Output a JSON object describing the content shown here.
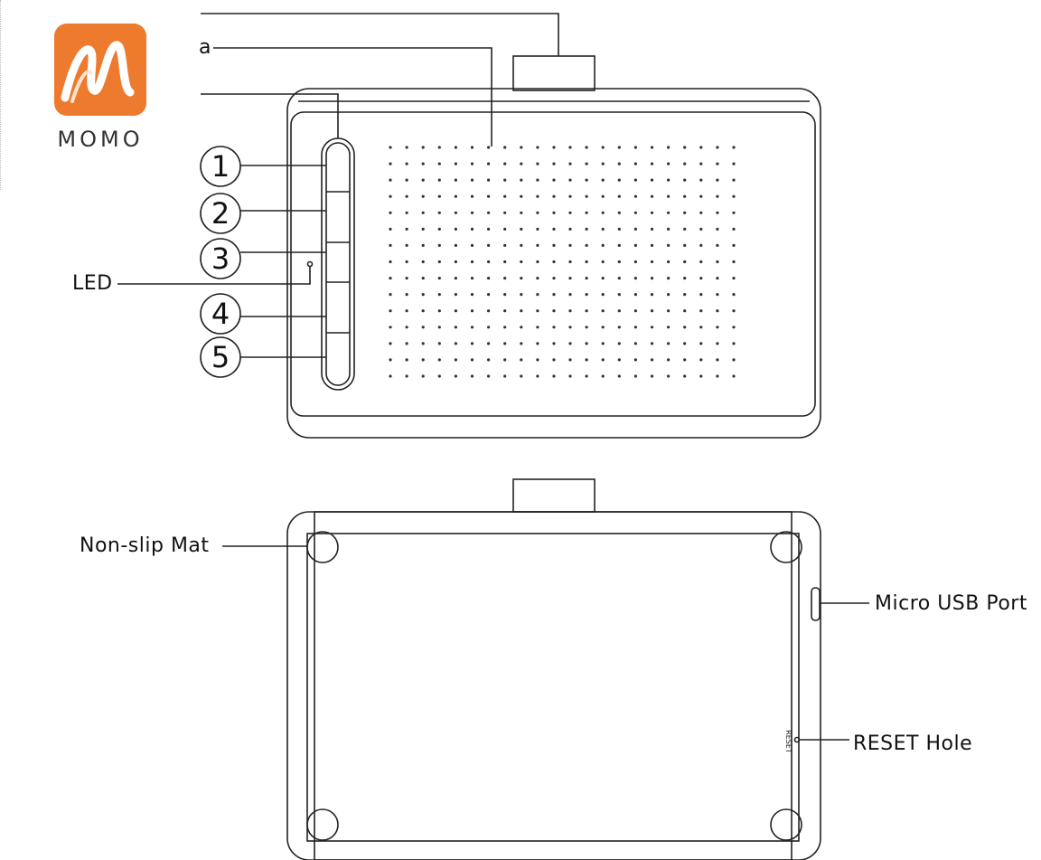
{
  "logo": {
    "icon": "momo-logo-icon",
    "wordmark": "MOMO",
    "color": "#ee7a2e"
  },
  "labels": {
    "top_truncated": "a",
    "led": "LED",
    "non_slip_mat": "Non-slip Mat",
    "micro_usb_port": "Micro USB  Port",
    "reset_hole": "RESET Hole",
    "reset_print": "RESET"
  },
  "buttons": [
    "1",
    "2",
    "3",
    "4",
    "5"
  ],
  "dot_grid": {
    "rows": 15,
    "cols": 22
  }
}
